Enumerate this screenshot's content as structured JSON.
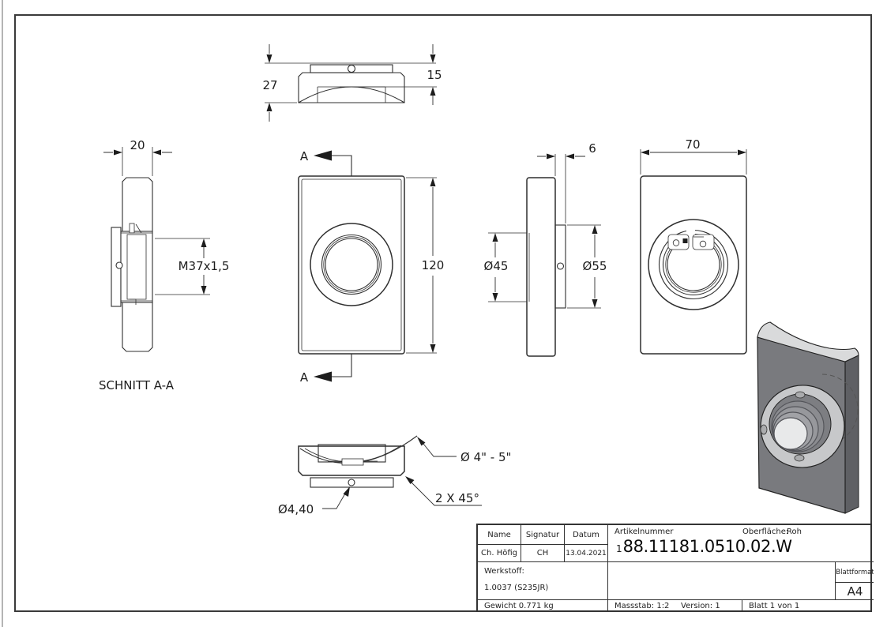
{
  "drawing": {
    "section_label": "SCHNITT A-A",
    "section_letter": "A",
    "dims": {
      "top_height": "27",
      "top_saddle": "15",
      "section_width": "20",
      "thread": "M37x1,5",
      "front_height": "120",
      "boss_thickness": "6",
      "recess_dia": "Ø45",
      "boss_dia": "Ø55",
      "rear_width": "70",
      "pipe_range": "Ø 4\" - 5\"",
      "chamfer": "2 X 45°",
      "hole_dia": "Ø4,40"
    }
  },
  "title_block": {
    "name_header": "Name",
    "signature_header": "Signatur",
    "date_header": "Datum",
    "name_value": "Ch. Höfig",
    "signature_value": "CH",
    "date_value": "13.04.2021",
    "article_label": "Artikelnummer",
    "surface_label": "Oberfläche:",
    "surface_value": "Roh",
    "part_number_prefix": "1",
    "part_number": "88.11181.0510.02.W",
    "material_label": "Werkstoff:",
    "material_value": "1.0037 (S235JR)",
    "weight": "Gewicht 0.771 kg",
    "scale_label": "Massstab: 1:2",
    "version_label": "Version: 1",
    "sheet_label": "Blatt 1 von 1",
    "format_label": "Blattformat",
    "format_value": "A4"
  }
}
